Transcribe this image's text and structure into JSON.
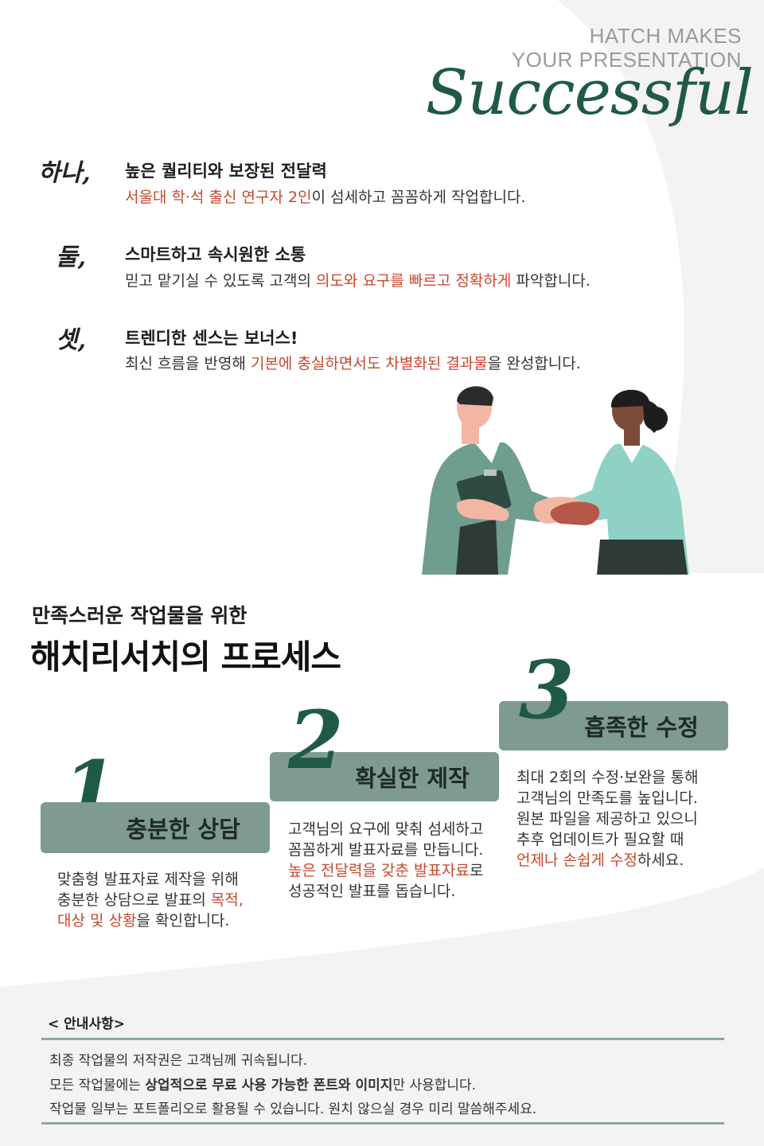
{
  "header": {
    "tagline_1": "HATCH MAKES",
    "tagline_2": "YOUR PRESENTATION",
    "script_title": "Successful"
  },
  "features": [
    {
      "numeral": "하나,",
      "title": "높은 퀄리티와 보장된 전달력",
      "desc_accent": "서울대 학·석 출신 연구자 2인",
      "desc_rest": "이 섬세하고 꼼꼼하게 작업합니다."
    },
    {
      "numeral": "둘,",
      "title": "스마트하고 속시원한 소통",
      "desc_pre": "믿고 맡기실 수 있도록 고객의 ",
      "desc_accent": "의도와 요구를 빠르고 정확하게",
      "desc_post": " 파악합니다."
    },
    {
      "numeral": "셋,",
      "title": "트렌디한 센스는 보너스!",
      "desc_pre": "최신 흐름을 반영해 ",
      "desc_accent": "기본에 충실하면서도 차별화된 결과물",
      "desc_post": "을 완성합니다."
    }
  ],
  "process": {
    "subheading": "만족스러운 작업물을 위한",
    "heading": "해치리서치의 프로세스"
  },
  "steps": [
    {
      "number": "1",
      "title": "충분한 상담",
      "line1": "맞춤형 발표자료 제작을 위해",
      "line2_pre": "충분한 상담으로 발표의 ",
      "line2_accent": "목적,",
      "line3_accent": "대상 및 상황",
      "line3_post": "을 확인합니다."
    },
    {
      "number": "2",
      "title": "확실한 제작",
      "line1": "고객님의 요구에 맞춰 섬세하고",
      "line2": "꼼꼼하게 발표자료를 만듭니다.",
      "line3_accent": "높은 전달력을 갖춘 발표자료",
      "line3_post": "로",
      "line4": "성공적인 발표를 돕습니다."
    },
    {
      "number": "3",
      "title": "흡족한 수정",
      "line1": "최대 2회의 수정·보완을 통해",
      "line2": "고객님의 만족도를 높입니다.",
      "line3": "원본 파일을 제공하고 있으니",
      "line4": "추후 업데이트가 필요할 때",
      "line5_accent": "언제나 손쉽게 수정",
      "line5_post": "하세요."
    }
  ],
  "notice": {
    "label": "< 안내사항>",
    "line1": "최종 작업물의 저작권은 고객님께 귀속됩니다.",
    "line2_pre": "모든 작업물에는 ",
    "line2_bold": "상업적으로 무료 사용 가능한 폰트와 이미지",
    "line2_post": "만 사용합니다.",
    "line3": "작업물 일부는 포트폴리오로 활용될 수 있습니다. 원치 않으실 경우 미리 말씀해주세요."
  },
  "colors": {
    "accent": "#c8472c",
    "brand_green": "#1f5a45",
    "step_box": "#7f9a8f",
    "background_shape": "#f3f3f3"
  }
}
